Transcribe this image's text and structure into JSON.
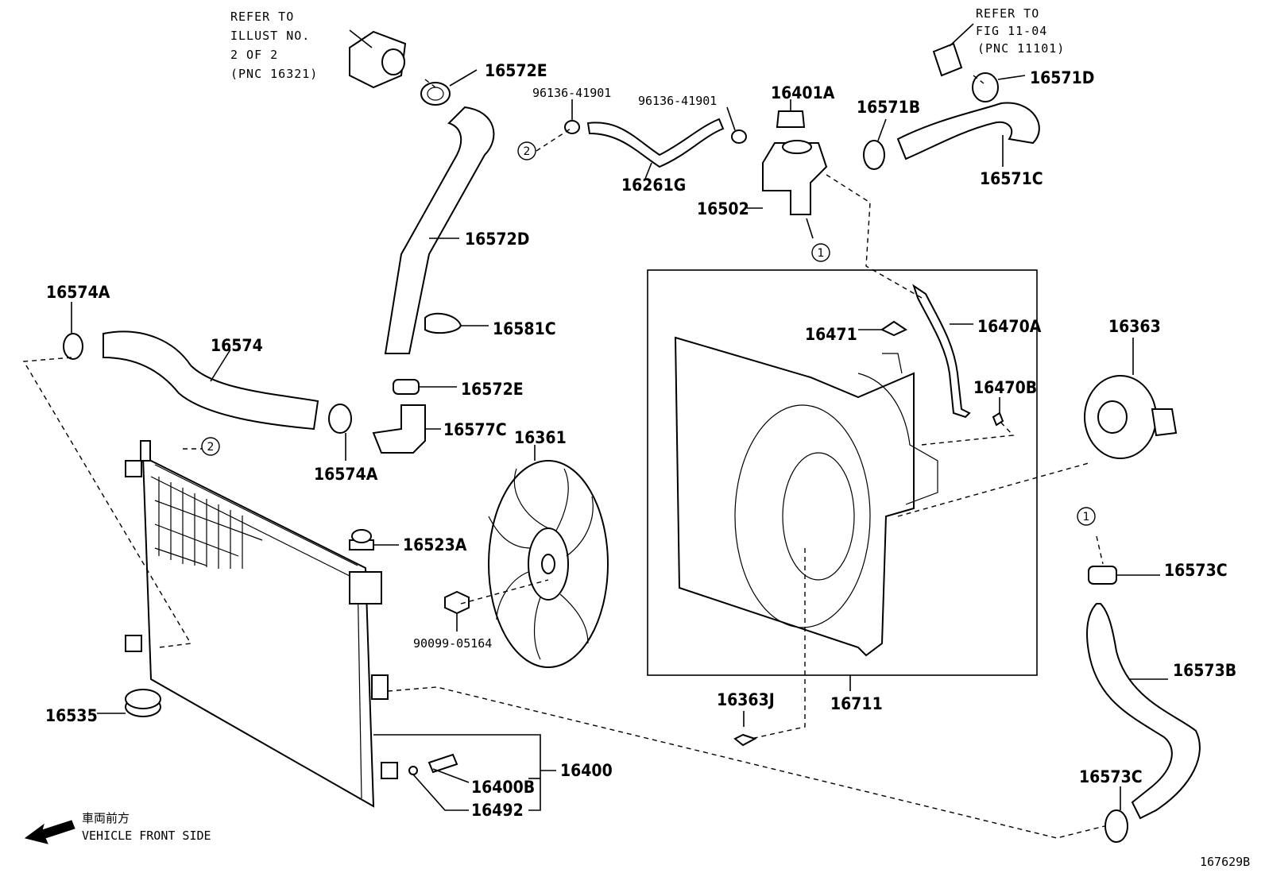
{
  "diagram_code": "167629B",
  "direction": {
    "label_jp": "車両前方",
    "label_en": "VEHICLE FRONT SIDE"
  },
  "notes": {
    "refer_left": [
      "REFER TO",
      "ILLUST NO.",
      "2 OF 2",
      "(PNC 16321)"
    ],
    "refer_right": [
      "REFER TO",
      "FIG 11-04",
      "(PNC 11101)"
    ]
  },
  "callouts": {
    "c1": "1",
    "c2": "2"
  },
  "parts": {
    "p16572E_top": "16572E",
    "p96136_a": "96136-41901",
    "p96136_b": "96136-41901",
    "p16401A": "16401A",
    "p16571B": "16571B",
    "p16571D": "16571D",
    "p16261G": "16261G",
    "p16502": "16502",
    "p16571C": "16571C",
    "p16572D": "16572D",
    "p16574A_top": "16574A",
    "p16574": "16574",
    "p16581C": "16581C",
    "p16572E_mid": "16572E",
    "p16577C": "16577C",
    "p16574A_bot": "16574A",
    "p16361": "16361",
    "p16471": "16471",
    "p16470A": "16470A",
    "p16470B": "16470B",
    "p16363": "16363",
    "p16523A": "16523A",
    "p90099": "90099-05164",
    "p16573C_top": "16573C",
    "p16573B": "16573B",
    "p16535": "16535",
    "p16363J": "16363J",
    "p16711": "16711",
    "p16400": "16400",
    "p16400B": "16400B",
    "p16492": "16492",
    "p16573C_bot": "16573C"
  }
}
